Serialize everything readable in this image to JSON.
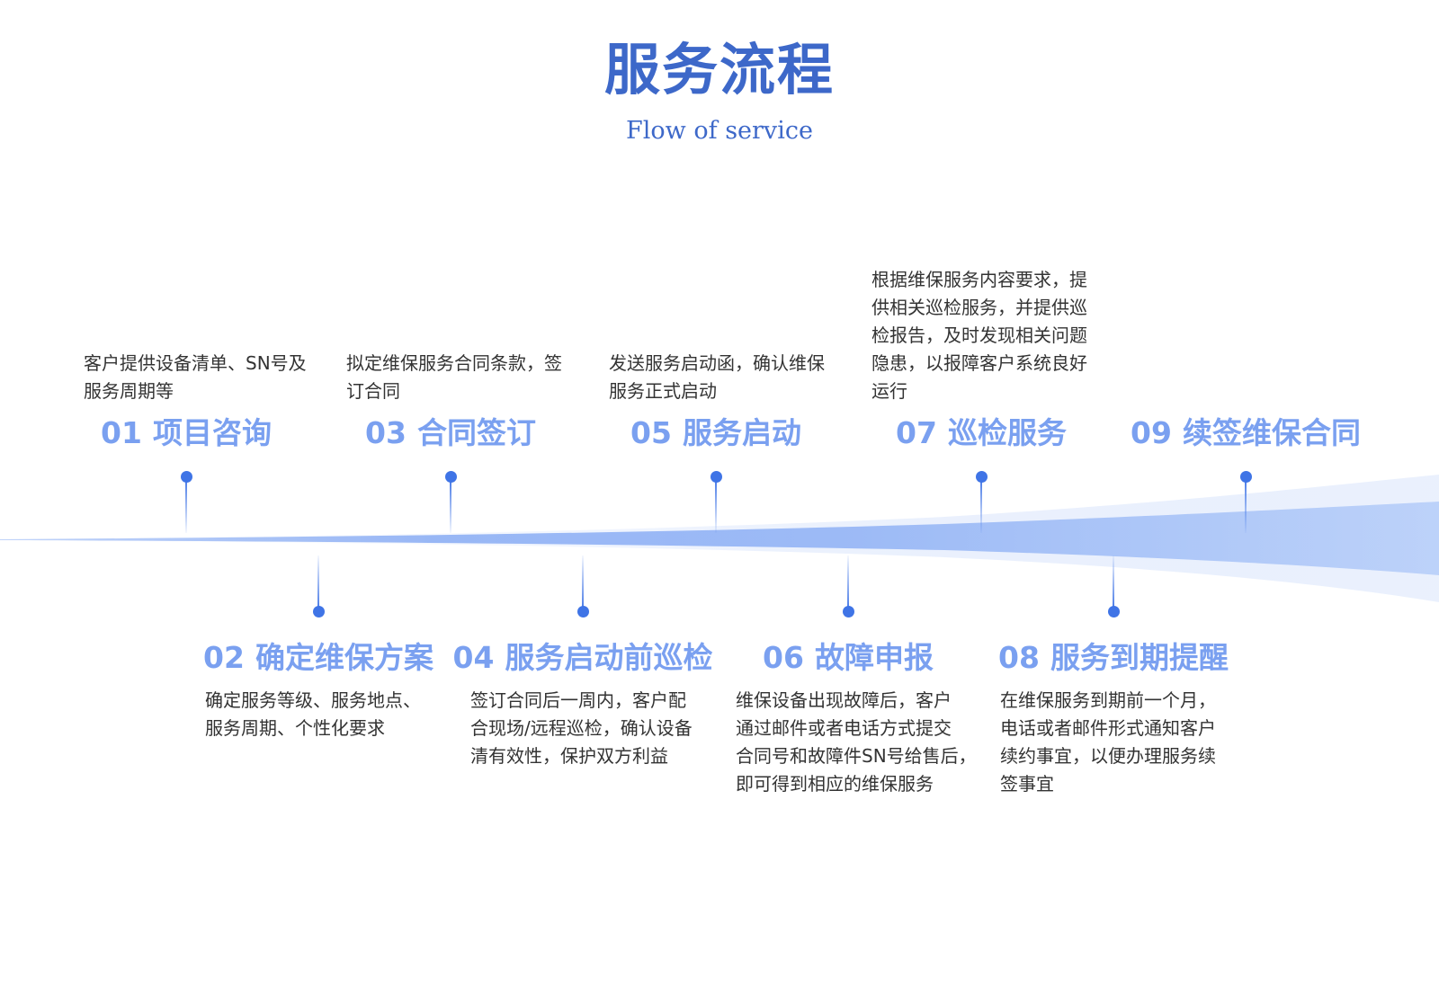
{
  "header": {
    "title": "服务流程",
    "subtitle": "Flow of service"
  },
  "colors": {
    "title": "#3d68c9",
    "heading": "#7aa0f0",
    "node": "#3f74e6",
    "band": "#4d82ee",
    "text": "#333333"
  },
  "steps": [
    {
      "number": "01",
      "title": "项目咨询",
      "desc_lines": [
        "客户提供设备清单、SN号及",
        "服务周期等"
      ]
    },
    {
      "number": "02",
      "title": "确定维保方案",
      "desc_lines": [
        "确定服务等级、服务地点、",
        "服务周期、个性化要求"
      ]
    },
    {
      "number": "03",
      "title": "合同签订",
      "desc_lines": [
        "拟定维保服务合同条款，签",
        "订合同"
      ]
    },
    {
      "number": "04",
      "title": "服务启动前巡检",
      "desc_lines": [
        "签订合同后一周内，客户配",
        "合现场/远程巡检，确认设备",
        "清有效性，保护双方利益"
      ]
    },
    {
      "number": "05",
      "title": "服务启动",
      "desc_lines": [
        "发送服务启动函，确认维保",
        "服务正式启动"
      ]
    },
    {
      "number": "06",
      "title": "故障申报",
      "desc_lines": [
        "维保设备出现故障后，客户",
        "通过邮件或者电话方式提交",
        "合同号和故障件SN号给售后，",
        "即可得到相应的维保服务"
      ]
    },
    {
      "number": "07",
      "title": "巡检服务",
      "desc_lines": [
        "根据维保服务内容要求，提",
        "供相关巡检服务，并提供巡",
        "检报告，及时发现相关问题",
        "隐患，以报障客户系统良好",
        "运行"
      ]
    },
    {
      "number": "08",
      "title": "服务到期提醒",
      "desc_lines": [
        "在维保服务到期前一个月，",
        "电话或者邮件形式通知客户",
        "续约事宜，以便办理服务续",
        "签事宜"
      ]
    },
    {
      "number": "09",
      "title": "续签维保合同",
      "desc_lines": []
    }
  ]
}
